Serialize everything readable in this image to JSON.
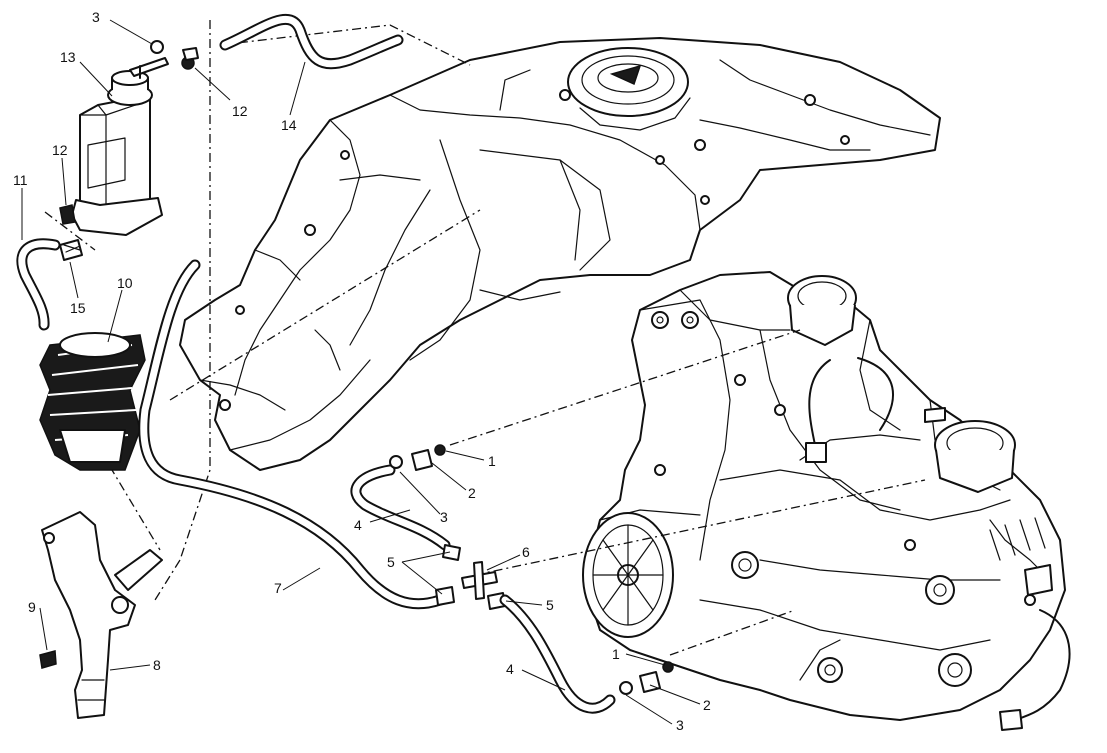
{
  "callouts": [
    {
      "id": "c3a",
      "text": "3"
    },
    {
      "id": "c13",
      "text": "13"
    },
    {
      "id": "c12a",
      "text": "12"
    },
    {
      "id": "c14",
      "text": "14"
    },
    {
      "id": "c12b",
      "text": "12"
    },
    {
      "id": "c11",
      "text": "11"
    },
    {
      "id": "c15",
      "text": "15"
    },
    {
      "id": "c10",
      "text": "10"
    },
    {
      "id": "c1a",
      "text": "1"
    },
    {
      "id": "c2a",
      "text": "2"
    },
    {
      "id": "c3b",
      "text": "3"
    },
    {
      "id": "c4a",
      "text": "4"
    },
    {
      "id": "c5a",
      "text": "5"
    },
    {
      "id": "c6",
      "text": "6"
    },
    {
      "id": "c5b",
      "text": "5"
    },
    {
      "id": "c7",
      "text": "7"
    },
    {
      "id": "c9",
      "text": "9"
    },
    {
      "id": "c8",
      "text": "8"
    },
    {
      "id": "c4b",
      "text": "4"
    },
    {
      "id": "c1b",
      "text": "1"
    },
    {
      "id": "c2b",
      "text": "2"
    },
    {
      "id": "c3c",
      "text": "3"
    }
  ]
}
